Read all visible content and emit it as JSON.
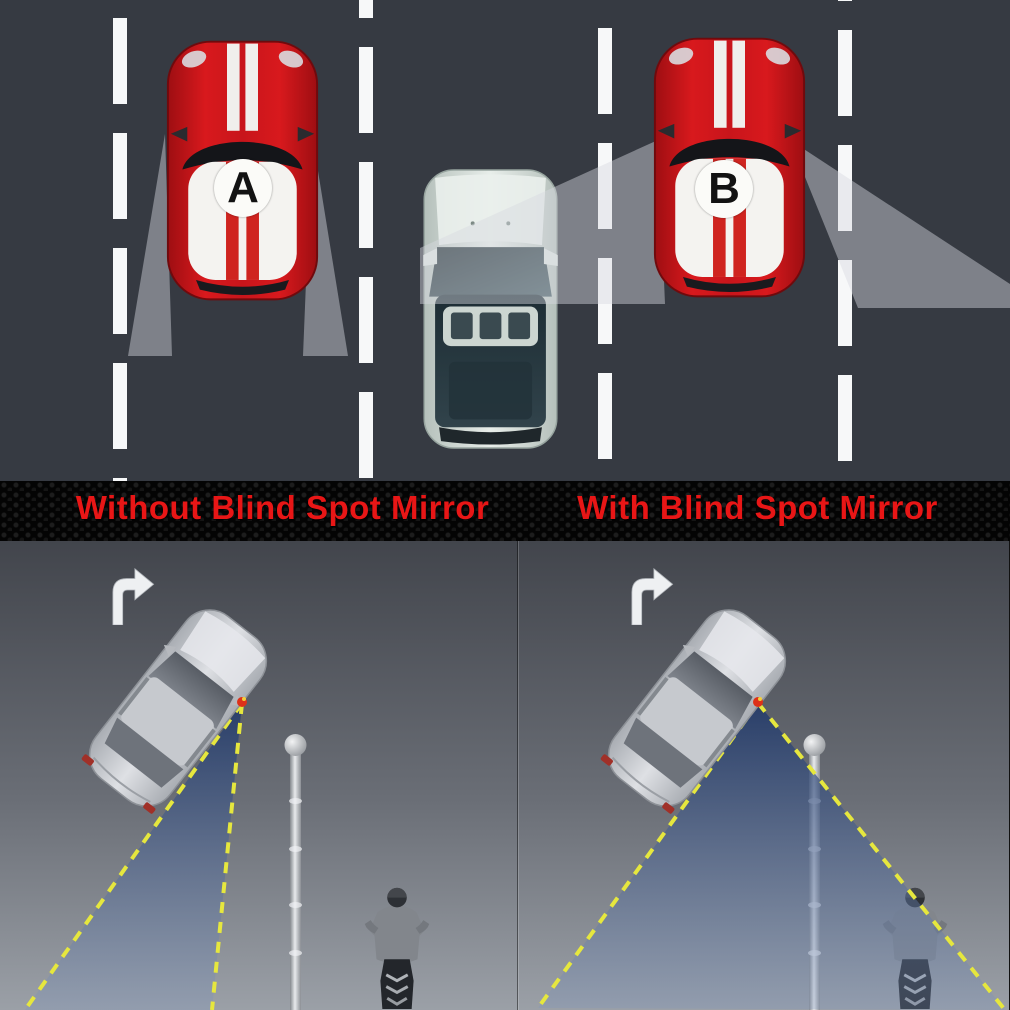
{
  "lane_diagram": {
    "car_a_label": "A",
    "car_b_label": "B",
    "description": "Overhead road diagram comparing mirror field of view of car A (narrow) and car B (wide)"
  },
  "title_band": {
    "left_caption": "Without Blind Spot Mirror",
    "right_caption": "With Blind Spot Mirror"
  },
  "colors": {
    "road": "#363a42",
    "lane_marking": "#f7f8f9",
    "mirror_cone_gray": "#d6dae0",
    "car_red": "#c8151b",
    "caption_red": "#e81616",
    "band_black": "#040404",
    "panel_top": "#42454c",
    "panel_bottom": "#9ba0a7",
    "blind_zone_blue": "#27427a",
    "dashed_yellow": "#e6e73e",
    "sedan_silver": "#c9ccd1"
  }
}
